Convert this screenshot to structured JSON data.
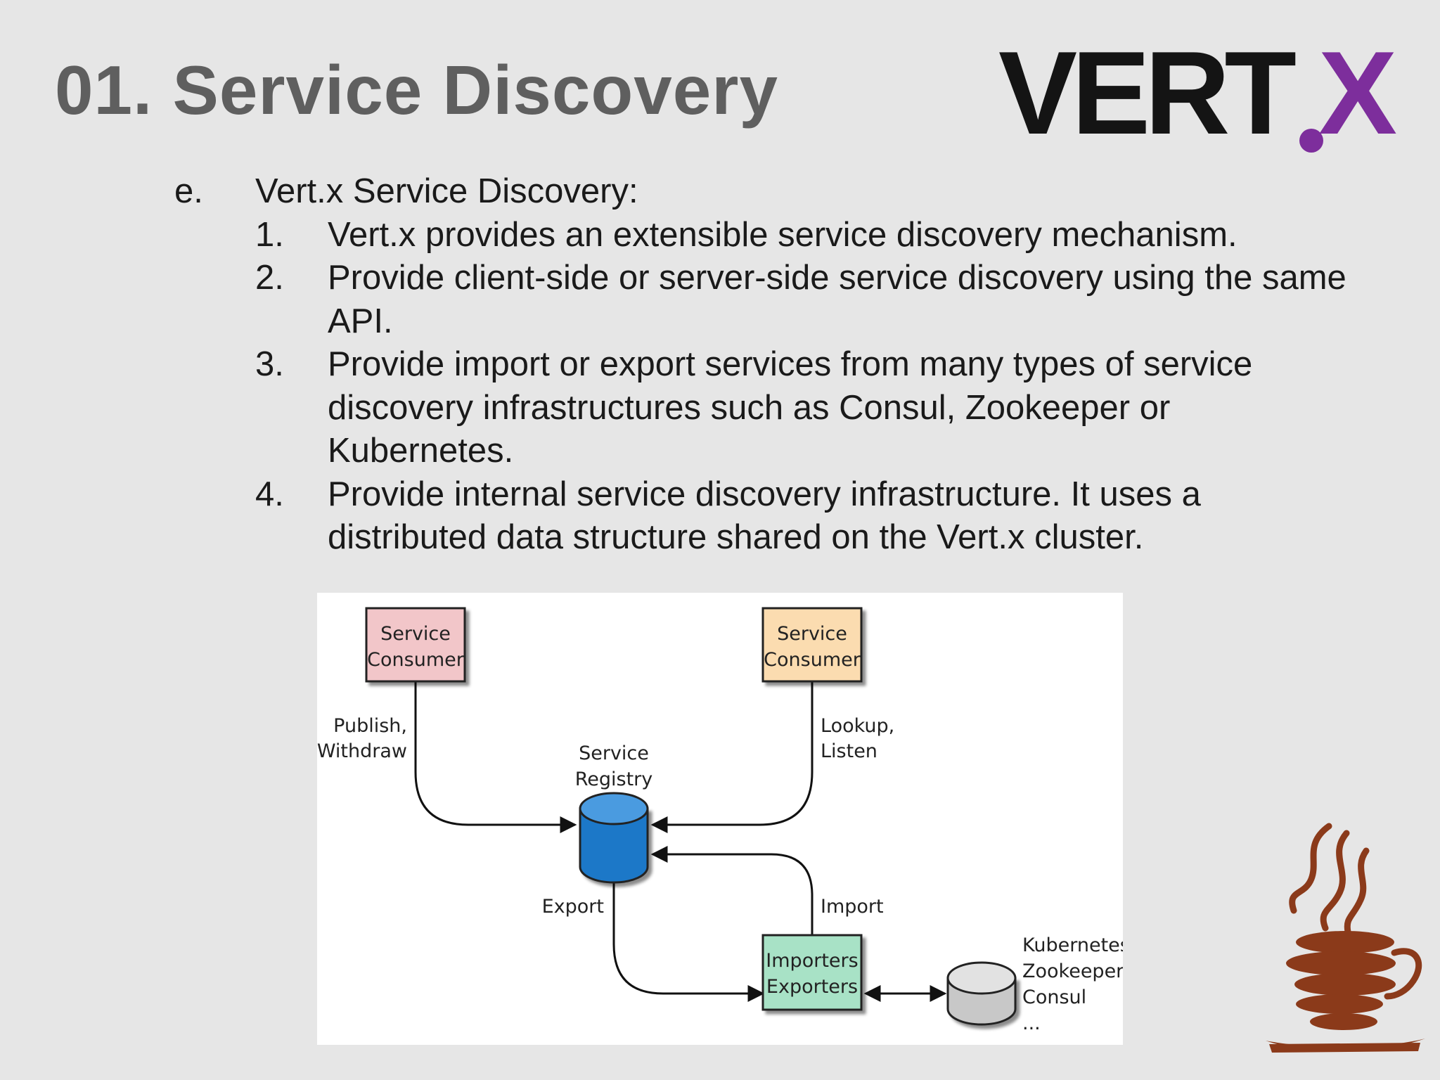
{
  "slide": {
    "title": "01. Service Discovery",
    "logo": {
      "text_main": "VERT",
      "text_dot": ".",
      "text_x": "X",
      "dark_color": "#141414",
      "accent_color": "#7d2e9c"
    }
  },
  "content": {
    "section_marker": "e.",
    "section_heading": "Vert.x Service Discovery:",
    "items": [
      {
        "marker": "1.",
        "lines": [
          "Vert.x provides an extensible service discovery mechanism."
        ]
      },
      {
        "marker": "2.",
        "lines": [
          "Provide client-side or server-side service discovery using the same",
          "API."
        ]
      },
      {
        "marker": "3.",
        "lines": [
          "Provide import or export services from many types of service",
          "discovery infrastructures such as Consul, Zookeeper or",
          "Kubernetes."
        ]
      },
      {
        "marker": "4.",
        "lines": [
          "Provide internal service discovery infrastructure. It uses a",
          "distributed data structure shared on the Vert.x cluster."
        ]
      }
    ]
  },
  "diagram": {
    "consumer_left": {
      "line1": "Service",
      "line2": "Consumer",
      "fill": "#f2c6c9"
    },
    "consumer_right": {
      "line1": "Service",
      "line2": "Consumer",
      "fill": "#fbdcb0"
    },
    "registry": {
      "line1": "Service",
      "line2": "Registry",
      "fill": "#1f78c8"
    },
    "importers": {
      "line1": "Importers",
      "line2": "Exporters",
      "fill": "#a8e2c6"
    },
    "external": {
      "line1": "Kubernetes",
      "line2": "Zookeeper",
      "line3": "Consul",
      "line4": "...",
      "fill": "#c8c8c8"
    },
    "edge_publish": {
      "line1": "Publish,",
      "line2": "Withdraw"
    },
    "edge_lookup": {
      "line1": "Lookup,",
      "line2": "Listen"
    },
    "edge_export": "Export",
    "edge_import": "Import"
  },
  "java_logo": {
    "color": "#8b3a1a"
  }
}
